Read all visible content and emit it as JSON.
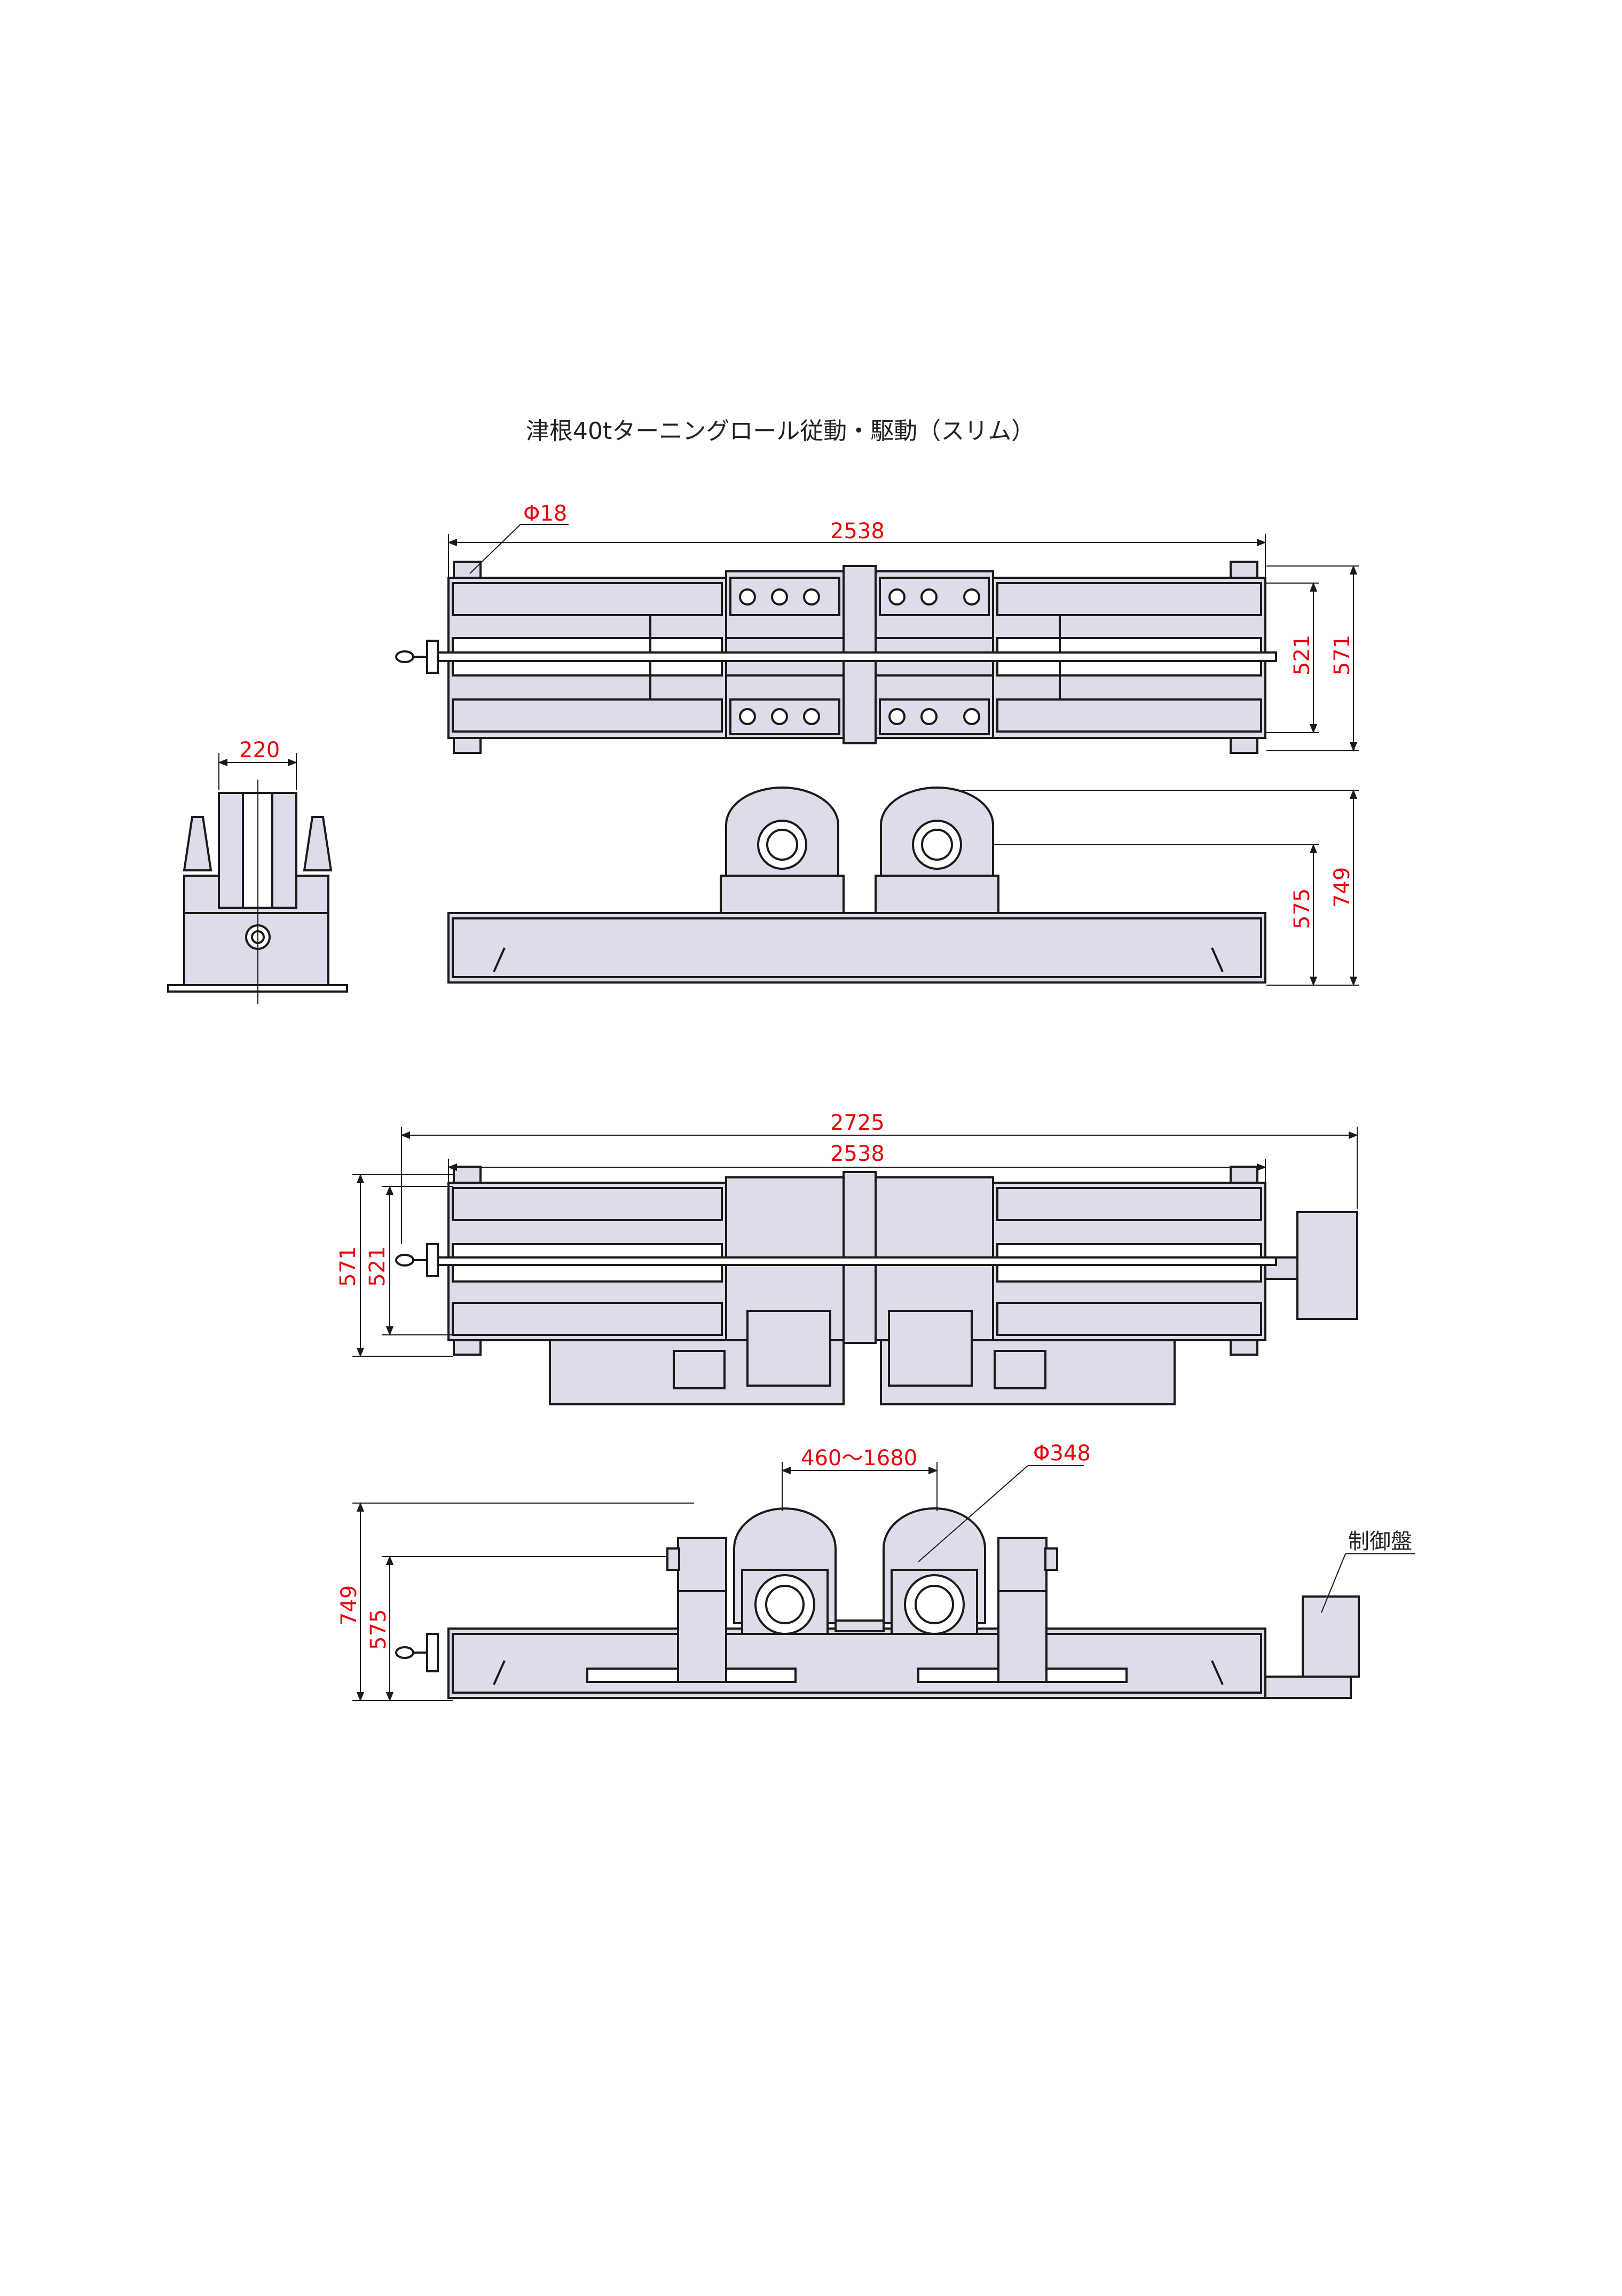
{
  "title": "津根40tターニングロール従動・駆動（スリム）",
  "colors": {
    "body_fill": "#dcdcea",
    "line": "#1a1a1a",
    "dimension": "#e8000b",
    "background": "#ffffff"
  },
  "dimensions": {
    "bolt_hole": "Φ18",
    "base_length": "2538",
    "overall_length": "2725",
    "width_outer": "571",
    "width_inner": "521",
    "side_width": "220",
    "height_overall": "749",
    "height_frame": "575",
    "roll_spacing": "460～1680",
    "roll_diameter": "Φ348"
  },
  "labels": {
    "control_panel": "制御盤"
  },
  "icons": {
    "handwheel": "handwheel-icon",
    "roller": "roller-icon",
    "motor": "motor-icon"
  }
}
